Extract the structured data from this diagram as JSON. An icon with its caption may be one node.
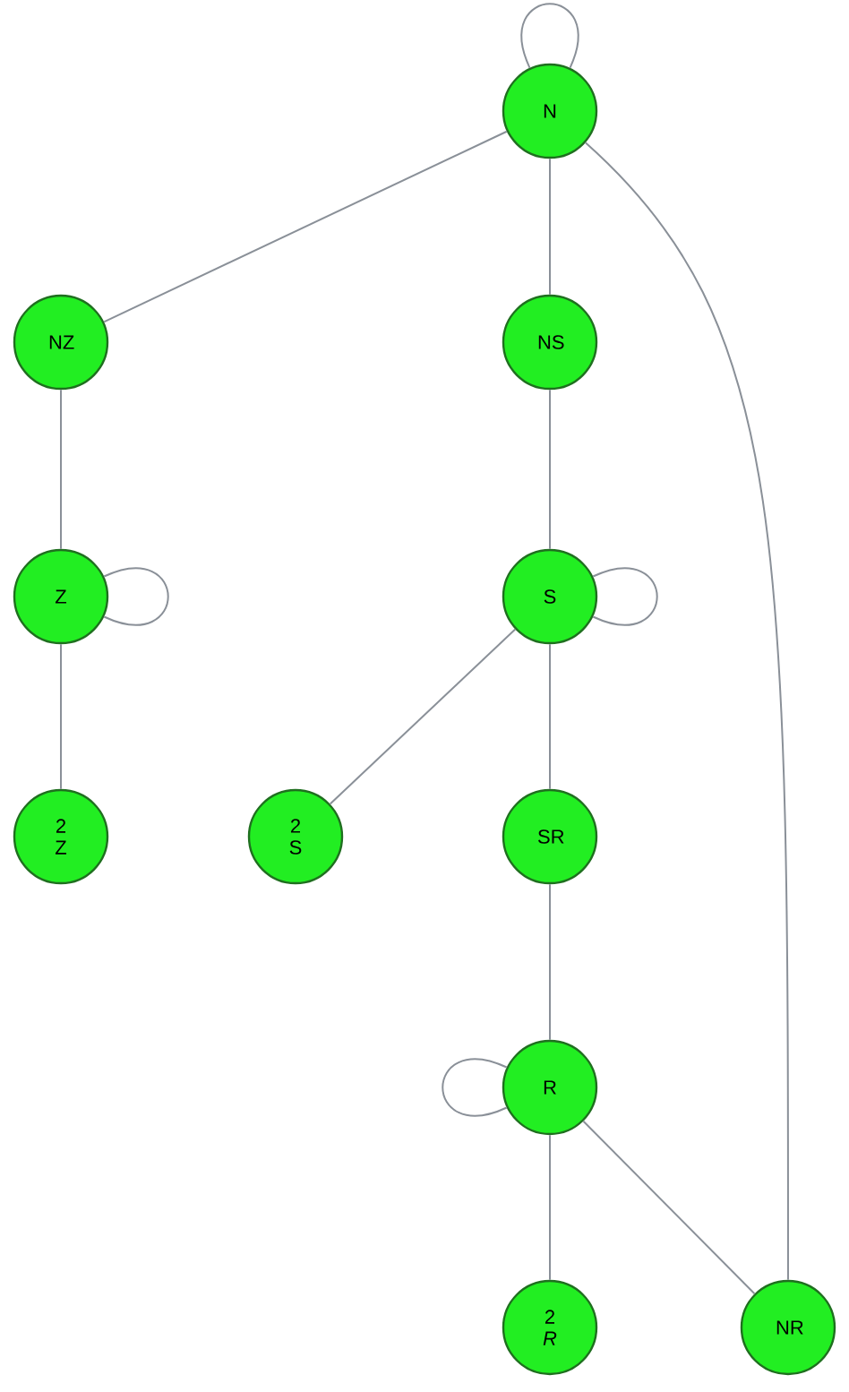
{
  "diagram": {
    "nodes": [
      {
        "text": [
          "N"
        ]
      },
      {
        "text": [
          "NZ"
        ]
      },
      {
        "text": [
          "NS"
        ]
      },
      {
        "text": [
          "Z"
        ]
      },
      {
        "text": [
          "S"
        ]
      },
      {
        "text": [
          "2 Z"
        ]
      },
      {
        "text": [
          "2 S"
        ]
      },
      {
        "text": [
          "SR"
        ]
      },
      {
        "text": [
          "R"
        ]
      },
      {
        "text": [
          "2 *R*"
        ]
      },
      {
        "text": [
          "NR"
        ]
      }
    ],
    "edges": [
      {
        "from": 0,
        "to": 0,
        "arrow": "none"
      },
      {
        "from": 0,
        "to": 1,
        "arrow": "none"
      },
      {
        "from": 0,
        "to": 2,
        "arrow": "none"
      },
      {
        "from": 0,
        "to": 10,
        "arrow": "none"
      },
      {
        "from": 1,
        "to": 3,
        "arrow": "none"
      },
      {
        "from": 3,
        "to": 3,
        "arrow": "none"
      },
      {
        "from": 3,
        "to": 5,
        "arrow": "none"
      },
      {
        "from": 2,
        "to": 4,
        "arrow": "none"
      },
      {
        "from": 4,
        "to": 4,
        "arrow": "none"
      },
      {
        "from": 4,
        "to": 6,
        "arrow": "none"
      },
      {
        "from": 4,
        "to": 7,
        "arrow": "none"
      },
      {
        "from": 7,
        "to": 8,
        "arrow": "none"
      },
      {
        "from": 8,
        "to": 8,
        "arrow": "none"
      },
      {
        "from": 8,
        "to": 9,
        "arrow": "none"
      },
      {
        "from": 8,
        "to": 10,
        "arrow": "none"
      }
    ]
  }
}
